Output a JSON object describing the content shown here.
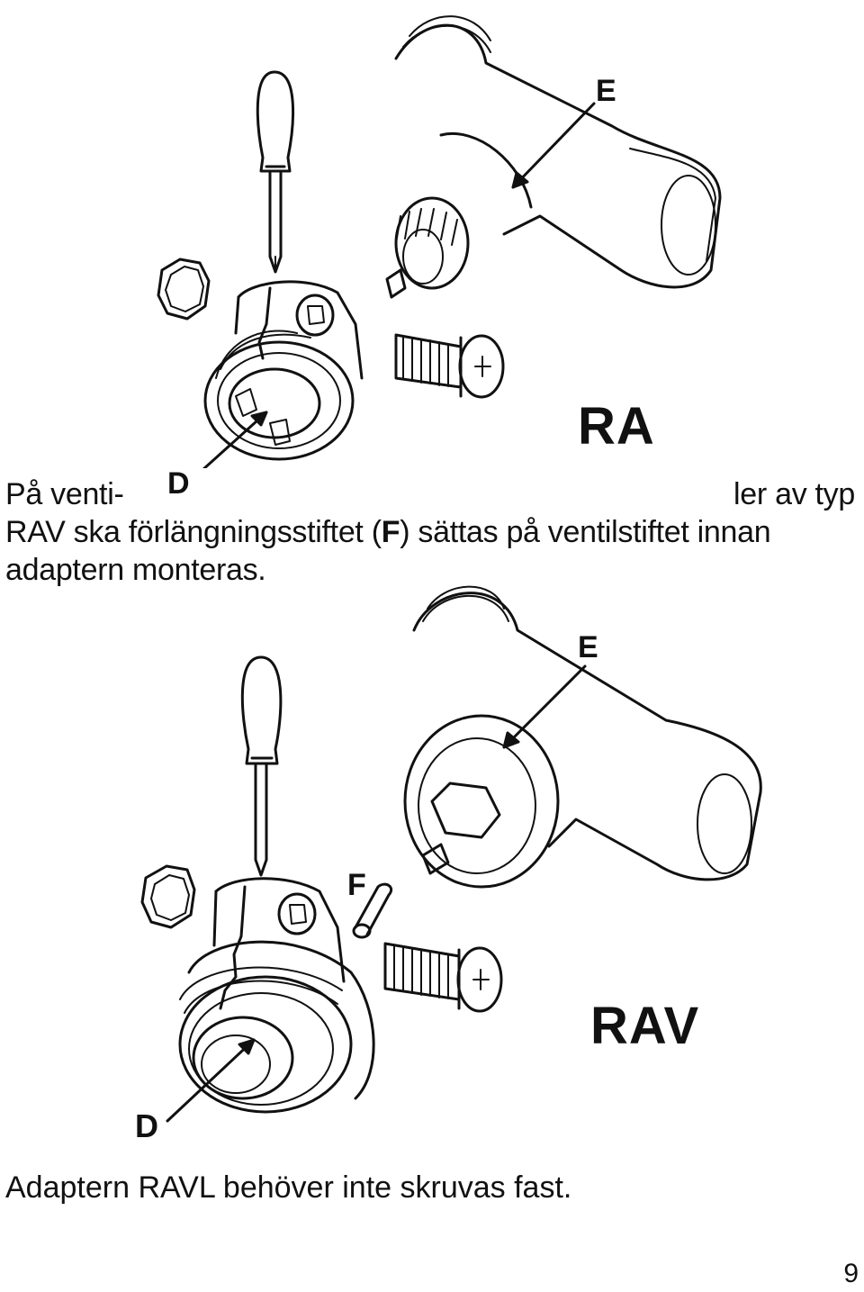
{
  "paragraph": {
    "line1_left": "På venti-",
    "line1_right": "ler av typ",
    "line2_pre": "RAV ska förlängningsstiftet (",
    "line2_bold": "F",
    "line2_post": ") sättas på ventilstiftet innan",
    "line3": "adaptern monteras."
  },
  "figure_top": {
    "label": "RA",
    "callout_d": "D",
    "callout_e": "E"
  },
  "figure_bottom": {
    "label": "RAV",
    "callout_d": "D",
    "callout_e": "E",
    "callout_f": "F"
  },
  "footer_note": "Adaptern RAVL behöver inte skruvas fast.",
  "page_number": "9",
  "icons": [
    "screwdriver-icon",
    "hex-nut-icon",
    "adapter-ring-icon",
    "valve-body-icon",
    "screw-icon",
    "extension-pin-icon"
  ]
}
